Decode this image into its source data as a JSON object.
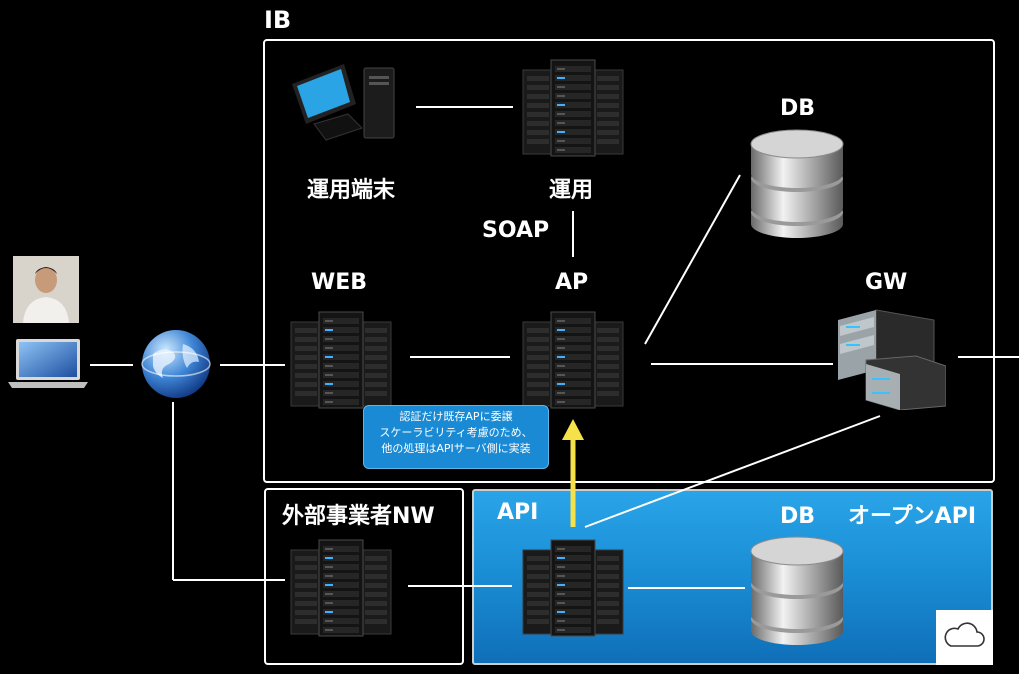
{
  "ib_label": "IB",
  "nodes": {
    "ops_terminal": "運用端末",
    "ops": "運用",
    "soap": "SOAP",
    "web": "WEB",
    "ap": "AP",
    "db_top": "DB",
    "gw": "GW",
    "ext_nw": "外部事業者NW",
    "api": "API",
    "db_bottom": "DB",
    "open_api": "オープンAPI"
  },
  "callout": {
    "line1": "認証だけ既存APに委譲",
    "line2": "スケーラビリティ考慮のため、",
    "line3": "他の処理はAPIサーバ側に実装"
  },
  "colors": {
    "background": "#000000",
    "cloud_panel": "#1b8fd6",
    "callout": "#1a8ad4",
    "arrow": "#f5e24a"
  },
  "icons": [
    "person-photo",
    "laptop-icon",
    "globe-icon",
    "desktop-pc-icon",
    "server-rack-icon",
    "database-icon",
    "gateway-server-icon",
    "cloud-icon"
  ]
}
